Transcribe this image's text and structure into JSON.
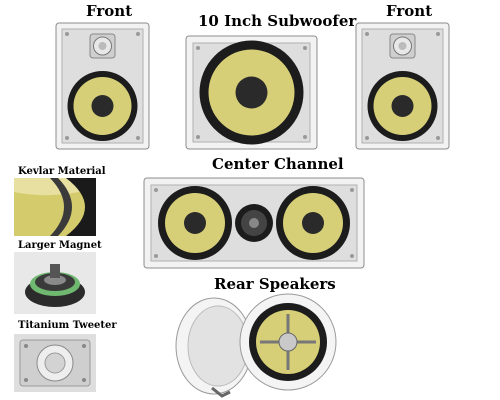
{
  "labels": {
    "front_left": "Front",
    "subwoofer": "10 Inch Subwoofer",
    "front_right": "Front",
    "center": "Center Channel",
    "rear": "Rear Speakers",
    "kevlar": "Kevlar Material",
    "magnet": "Larger Magnet",
    "tweeter": "Titanium Tweeter"
  },
  "colors": {
    "frame": "#e6e6e6",
    "cone": "#d7cf78",
    "surround": "#1c1c1c",
    "dustcap": "#2a2a2a"
  }
}
